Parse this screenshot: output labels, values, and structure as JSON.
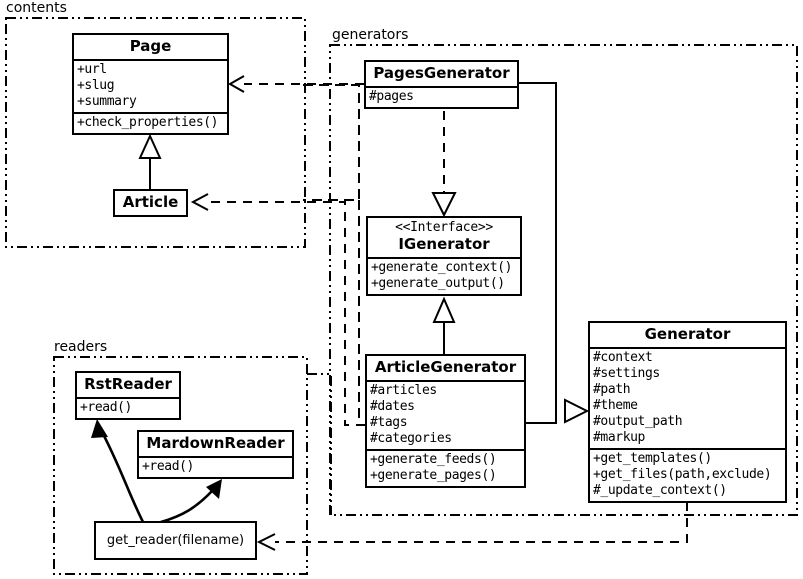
{
  "diagram": {
    "title": "Pelican architecture UML class diagram",
    "stroke_color": "#000000",
    "background_color": "#ffffff"
  },
  "packages": [
    {
      "id": "contents",
      "label": "contents"
    },
    {
      "id": "generators",
      "label": "generators"
    },
    {
      "id": "readers",
      "label": "readers"
    }
  ],
  "classes": {
    "page": {
      "name": "Page",
      "attributes": [
        "+url",
        "+slug",
        "+summary"
      ],
      "methods": [
        "+check_properties()"
      ]
    },
    "article": {
      "name": "Article",
      "attributes": [],
      "methods": []
    },
    "pages_generator": {
      "name": "PagesGenerator",
      "attributes": [
        "#pages"
      ],
      "methods": []
    },
    "igenerator": {
      "stereotype": "<<Interface>>",
      "name": "IGenerator",
      "attributes": [],
      "methods": [
        "+generate_context()",
        "+generate_output()"
      ]
    },
    "article_generator": {
      "name": "ArticleGenerator",
      "attributes": [
        "#articles",
        "#dates",
        "#tags",
        "#categories"
      ],
      "methods": [
        "+generate_feeds()",
        "+generate_pages()"
      ]
    },
    "generator": {
      "name": "Generator",
      "attributes": [
        "#context",
        "#settings",
        "#path",
        "#theme",
        "#output_path",
        "#markup"
      ],
      "methods": [
        "+get_templates()",
        "+get_files(path,exclude)",
        "#_update_context()"
      ]
    },
    "rst_reader": {
      "name": "RstReader",
      "attributes": [],
      "methods": [
        "+read()"
      ]
    },
    "mardown_reader": {
      "name": "MardownReader",
      "attributes": [],
      "methods": [
        "+read()"
      ]
    },
    "get_reader": {
      "name": "get_reader(filename)"
    }
  },
  "relations": [
    {
      "id": "article-inherits-page",
      "type": "generalization",
      "from": "Article",
      "to": "Page",
      "style": "solid-hollow-triangle"
    },
    {
      "id": "pagesgenerator-realizes-igenerator",
      "type": "realization",
      "from": "PagesGenerator",
      "to": "IGenerator",
      "style": "dashed-hollow-triangle"
    },
    {
      "id": "articlegenerator-realizes-igenerator",
      "type": "realization",
      "from": "ArticleGenerator",
      "to": "IGenerator",
      "style": "solid-hollow-triangle"
    },
    {
      "id": "pagesgenerator-inherits-generator",
      "type": "generalization",
      "from": "PagesGenerator",
      "to": "Generator",
      "style": "solid-hollow-triangle"
    },
    {
      "id": "articlegenerator-inherits-generator",
      "type": "generalization",
      "from": "ArticleGenerator",
      "to": "Generator",
      "style": "solid-hollow-triangle"
    },
    {
      "id": "pagesgenerator-uses-page",
      "type": "dependency",
      "from": "PagesGenerator",
      "to": "Page",
      "style": "dashed-open-arrow"
    },
    {
      "id": "articlegenerator-uses-article",
      "type": "dependency",
      "from": "ArticleGenerator",
      "to": "Article",
      "style": "dashed-open-arrow"
    },
    {
      "id": "generator-uses-get-reader",
      "type": "dependency",
      "from": "Generator",
      "to": "get_reader(filename)",
      "style": "dashed-open-arrow"
    },
    {
      "id": "get-reader-returns-rstreader",
      "type": "association",
      "from": "get_reader(filename)",
      "to": "RstReader",
      "style": "curved-solid-arrow"
    },
    {
      "id": "get-reader-returns-mardownreader",
      "type": "association",
      "from": "get_reader(filename)",
      "to": "MardownReader",
      "style": "curved-solid-arrow"
    }
  ]
}
